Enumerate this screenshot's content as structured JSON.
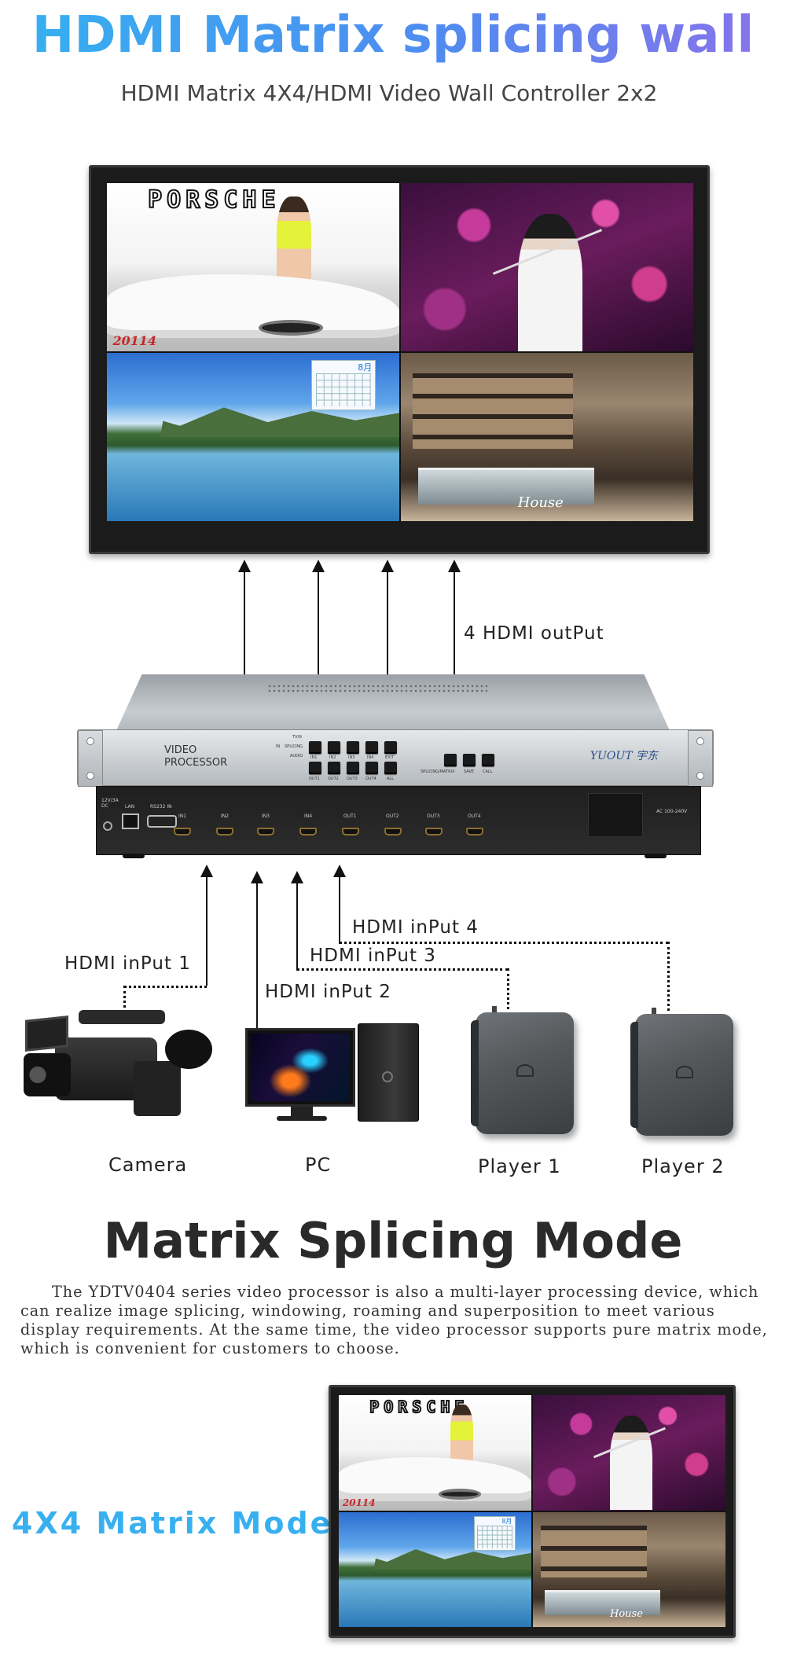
{
  "header": {
    "title": "HDMI Matrix splicing wall",
    "subtitle": "HDMI Matrix 4X4/HDMI Video Wall Controller 2x2"
  },
  "screen_content": {
    "porsche_text": "PORSCHE",
    "car_plate": "20114",
    "calendar_title": "8月",
    "cafe_logo": "House"
  },
  "output": {
    "label": "4 HDMI outPut"
  },
  "device": {
    "front_label_line1": "VIDEO",
    "front_label_line2": "PROCESSOR",
    "brand": "YUOUT 宇东",
    "mode_labels": [
      "TV/N",
      "SPLICING",
      "AUDIO",
      "IN"
    ],
    "top_button_labels": [
      "IN1",
      "IN2",
      "IN3",
      "IN4",
      "EXIT"
    ],
    "bottom_button_labels": [
      "OUT1",
      "OUT2",
      "OUT3",
      "OUT4",
      "ALL"
    ],
    "function_button_labels": [
      "SPLICING/MATRIX",
      "SAVE",
      "CALL"
    ],
    "back_power": "12V/3A DC",
    "back_lan": "LAN",
    "back_rs232": "RS232 IN",
    "back_ports": [
      "IN1",
      "IN2",
      "IN3",
      "IN4",
      "OUT1",
      "OUT2",
      "OUT3",
      "OUT4"
    ],
    "back_ac": "AC 100-240V"
  },
  "inputs": {
    "input1": "HDMI inPut 1",
    "input2": "HDMI inPut 2",
    "input3": "HDMI inPut 3",
    "input4": "HDMI inPut 4"
  },
  "sources": {
    "camera": "Camera",
    "pc": "PC",
    "player1": "Player 1",
    "player2": "Player 2"
  },
  "section": {
    "title": "Matrix Splicing Mode",
    "body": "The YDTV0404 series video processor is also a multi-layer processing device, which can realize image splicing, windowing, roaming and superposition to meet various display requirements. At the same time, the video processor supports pure matrix mode, which is convenient for customers to choose.",
    "mode_label": "4X4 Matrix Mode"
  },
  "colors": {
    "title_gradient_start": "#35b1f0",
    "title_gradient_end": "#8a72ea",
    "mode_label": "#38b0f0"
  }
}
